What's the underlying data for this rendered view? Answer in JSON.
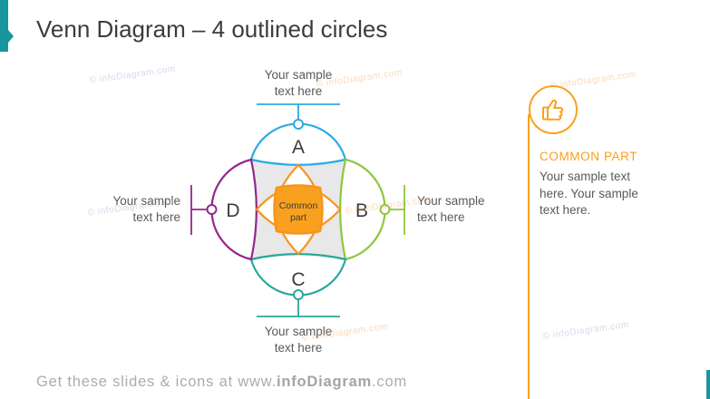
{
  "title": "Venn Diagram – 4 outlined circles",
  "accent_color": "#17969C",
  "watermark": "© infoDiagram.com",
  "diagram": {
    "gray_fill": "#E8E8E8",
    "circles": [
      {
        "id": "A",
        "label": "A",
        "color": "#29ABE2"
      },
      {
        "id": "B",
        "label": "B",
        "color": "#8DC63F"
      },
      {
        "id": "C",
        "label": "C",
        "color": "#28A79B"
      },
      {
        "id": "D",
        "label": "D",
        "color": "#93278F"
      }
    ],
    "center": {
      "line1": "Common",
      "line2": "part",
      "fill": "#F9A01E",
      "stroke": "#F7941E"
    },
    "callouts": {
      "top": {
        "line1": "Your sample",
        "line2": "text here"
      },
      "right": {
        "line1": "Your sample",
        "line2": "text here"
      },
      "bottom": {
        "line1": "Your sample",
        "line2": "text here"
      },
      "left": {
        "line1": "Your sample",
        "line2": "text here"
      }
    }
  },
  "panel": {
    "icon": "thumbs-up-icon",
    "accent_color": "#F9A11B",
    "heading": "COMMON PART",
    "body": "Your sample text here. Your sample text here."
  },
  "footer": {
    "prefix": "Get these slides & icons at www.",
    "brand": "infoDiagram",
    "suffix": ".com"
  }
}
